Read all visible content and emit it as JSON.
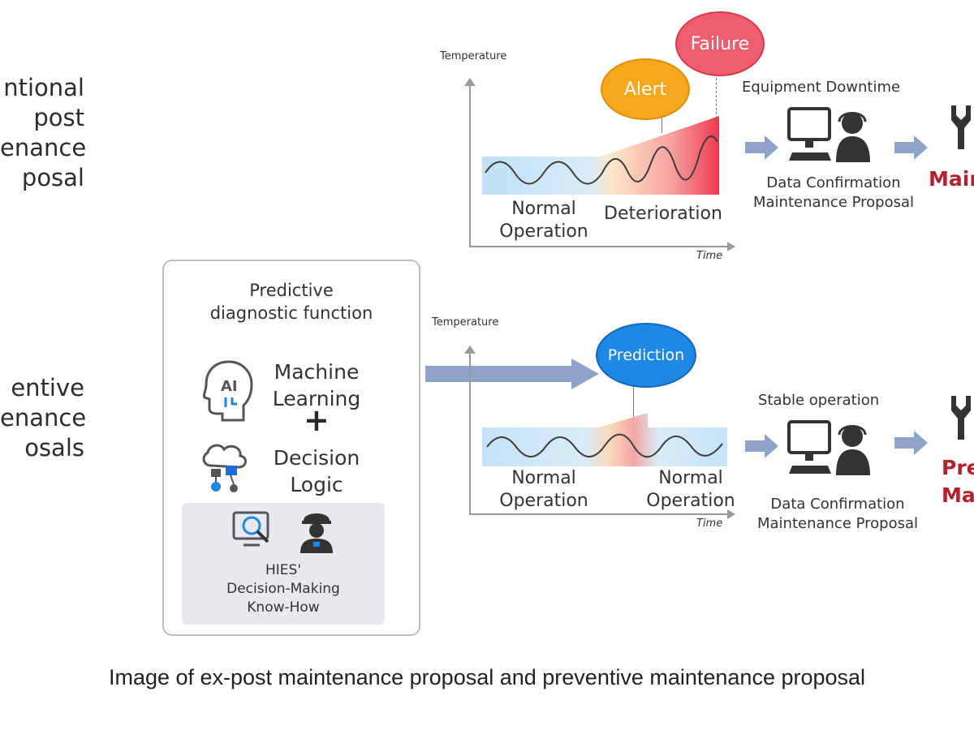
{
  "left_labels": {
    "conventional": "ntional\npost\nenance\nposal",
    "preventive": "entive\nenance\nosals"
  },
  "top_diagram": {
    "y_axis": "Temperature",
    "x_axis": "Time",
    "bubble_alert": "Alert",
    "bubble_failure": "Failure",
    "phase_normal": "Normal\nOperation",
    "phase_deterioration": "Deterioration",
    "status": "Equipment Downtime",
    "action": "Data Confirmation\nMaintenance Proposal",
    "result": "Main"
  },
  "bottom_diagram": {
    "y_axis": "Temperature",
    "x_axis": "Time",
    "bubble_prediction": "Prediction",
    "phase_normal_1": "Normal\nOperation",
    "phase_normal_2": "Normal\nOperation",
    "status": "Stable operation",
    "action": "Data Confirmation\nMaintenance Proposal",
    "result": "Pre\nMain"
  },
  "predictive_box": {
    "title": "Predictive\ndiagnostic function",
    "machine_learning": "Machine\nLearning",
    "plus": "+",
    "decision_logic": "Decision\nLogic",
    "hies": "HIES'\nDecision-Making\nKnow-How",
    "ai_icon_text": "AI"
  },
  "caption": "Image of ex-post maintenance proposal and preventive maintenance proposal",
  "colors": {
    "alert": "#f5a81c",
    "failure": "#ef5e6e",
    "prediction": "#1e88e5",
    "red_text": "#b3202e",
    "arrow": "#8fa3c8"
  }
}
